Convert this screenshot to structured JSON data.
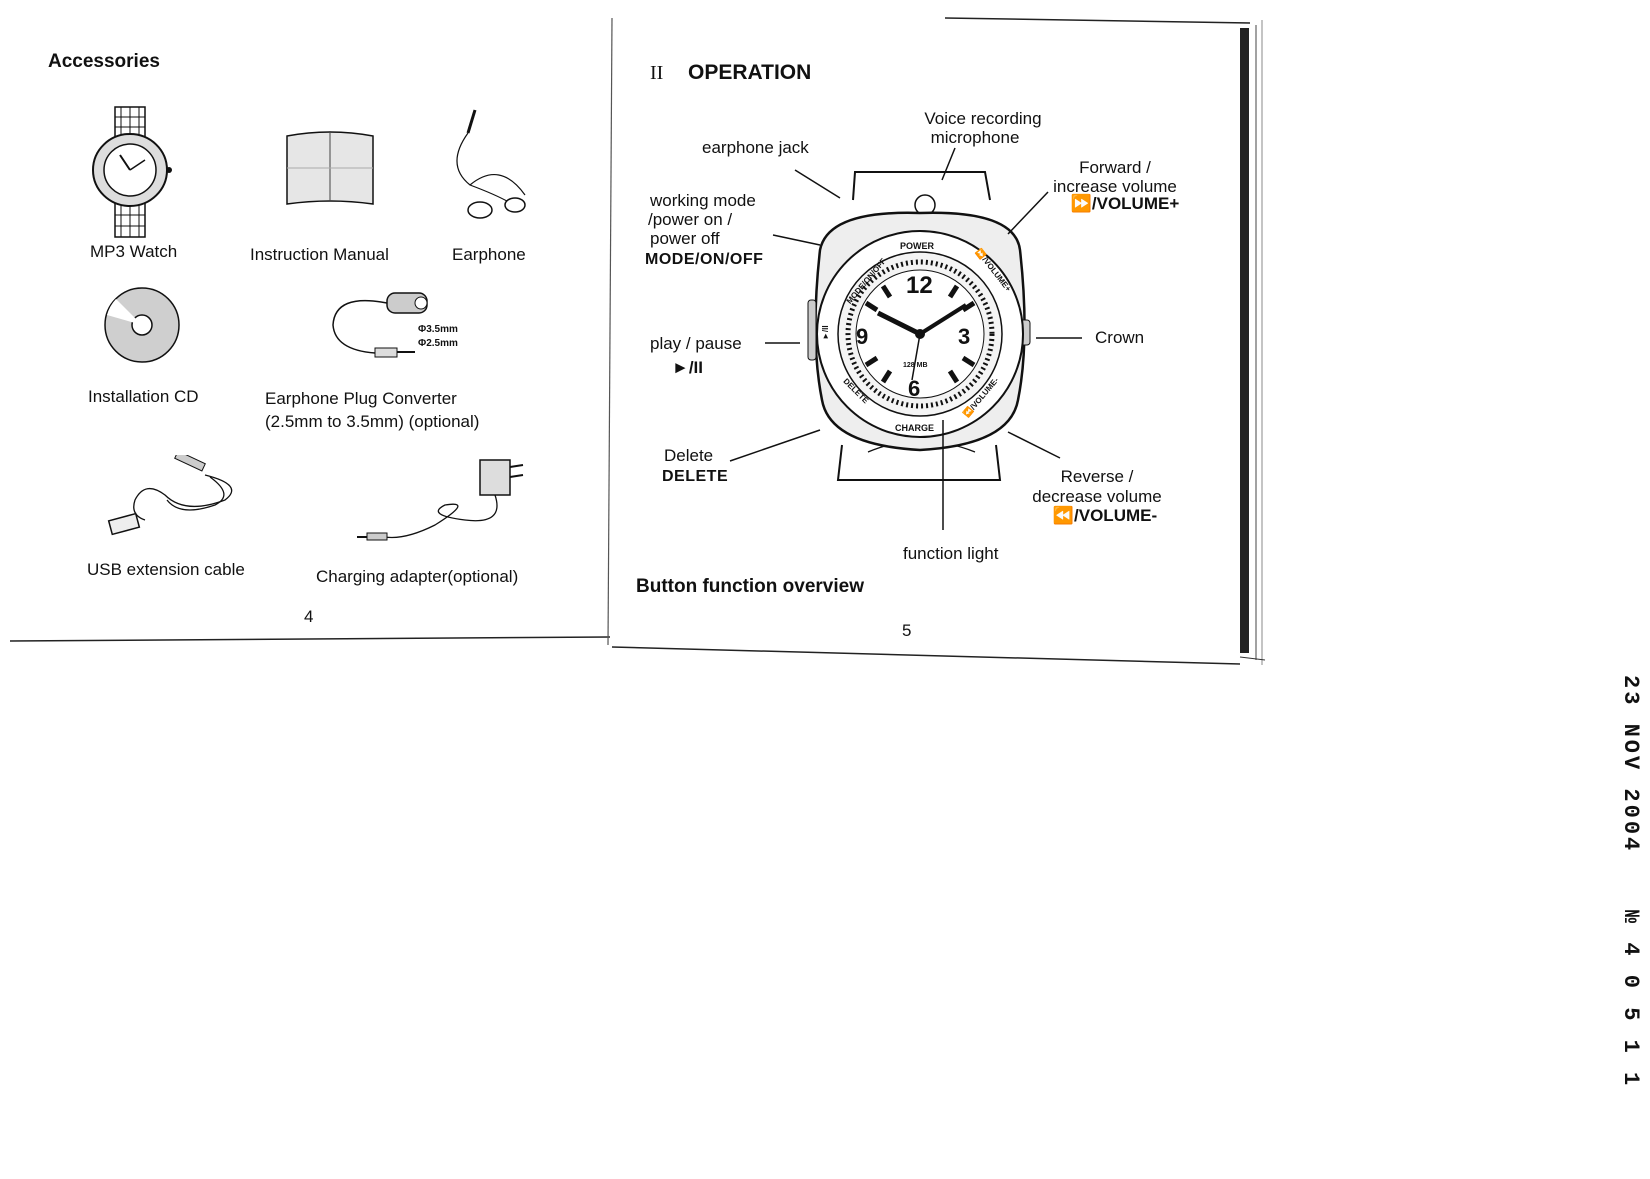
{
  "left_page": {
    "heading": "Accessories",
    "items": [
      {
        "label": "MP3 Watch"
      },
      {
        "label": "Instruction Manual"
      },
      {
        "label": "Earphone"
      },
      {
        "label": "Installation CD"
      },
      {
        "label": "Earphone Plug Converter",
        "detail": "(2.5mm to 3.5mm) (optional)",
        "dim_large": "Φ3.5mm",
        "dim_small": "Φ2.5mm"
      },
      {
        "label": "USB extension cable"
      },
      {
        "label": "Charging adapter(optional)"
      }
    ],
    "page_number": "4"
  },
  "right_page": {
    "section_numeral": "II",
    "heading": "OPERATION",
    "callouts": {
      "voice_recording": "Voice recording",
      "microphone": "microphone",
      "earphone_jack": "earphone jack",
      "forward": "Forward /",
      "increase_volume": "increase volume",
      "forward_button": "⏩/VOLUME+",
      "working_mode": "working mode",
      "power_on": "/power on /",
      "power_off": "power off",
      "mode_button": "MODE/ON/OFF",
      "play_pause": "play / pause",
      "play_pause_button": "►/II",
      "crown": "Crown",
      "delete": "Delete",
      "delete_button": "DELETE",
      "reverse": "Reverse /",
      "decrease_volume": "decrease volume",
      "reverse_button": "⏪/VOLUME-",
      "function_light": "function light"
    },
    "dial_labels": {
      "power": "POWER",
      "charge": "CHARGE",
      "mode": "MODE/ON/OFF",
      "volume_up": "⏩/VOLUME+",
      "volume_down": "⏪/VOLUME-",
      "delete": "DELETE",
      "play": "►/II",
      "memory": "128 MB",
      "n12": "12",
      "n3": "3",
      "n6": "6",
      "n9": "9"
    },
    "caption": "Button function overview",
    "page_number": "5"
  },
  "stamps": {
    "date": "23 NOV 2004",
    "number": "№ 4 0 5 1 1"
  }
}
